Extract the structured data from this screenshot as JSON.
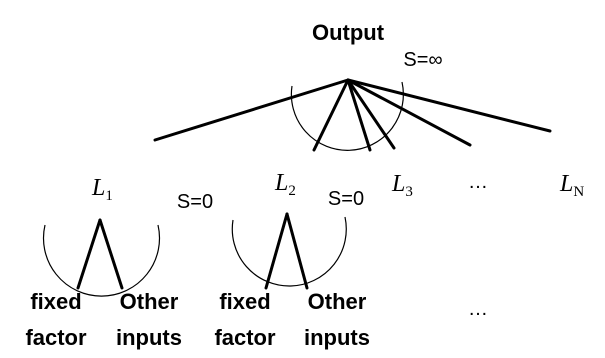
{
  "root": {
    "label": "Output",
    "s_label": "S=∞"
  },
  "level": [
    {
      "name": "L",
      "sub": "1",
      "s_label": "S=0"
    },
    {
      "name": "L",
      "sub": "2",
      "s_label": "S=0"
    },
    {
      "name": "L",
      "sub": "3"
    },
    {
      "ellipsis": "…"
    },
    {
      "name": "L",
      "sub": "N"
    }
  ],
  "leaves": [
    {
      "line1": "fixed",
      "line2": "factor"
    },
    {
      "line1": "Other",
      "line2": "inputs"
    },
    {
      "line1": "fixed",
      "line2": "factor"
    },
    {
      "line1": "Other",
      "line2": "inputs"
    }
  ],
  "bottom_ellipsis": "…"
}
